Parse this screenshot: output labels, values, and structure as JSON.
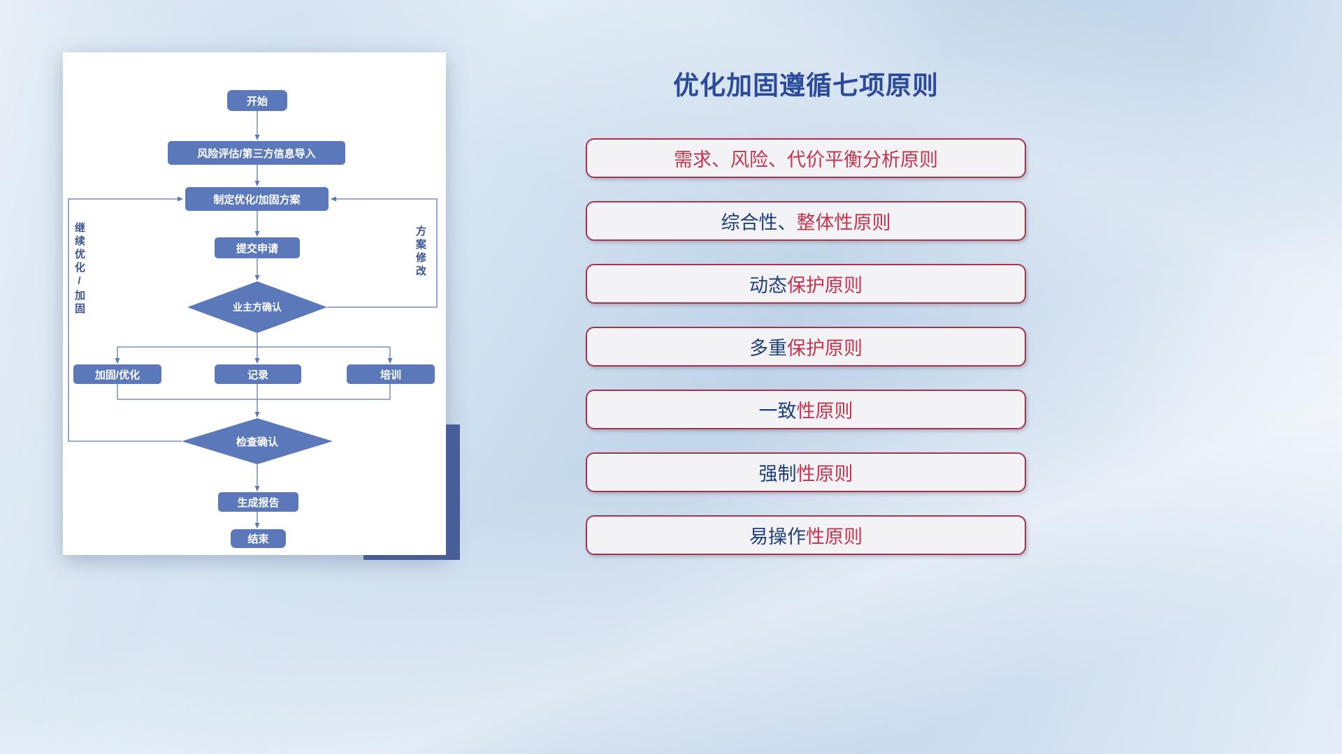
{
  "title": "优化加固遵循七项原则",
  "colors": {
    "title_navy": "#2b4a9b",
    "principle_navy": "#1f3f7c",
    "principle_red": "#c23450",
    "principle_border": "#a8334c",
    "flow_node_blue": "#5b79ba",
    "decor_navy": "#4a5f9b"
  },
  "flowchart": {
    "nodes": {
      "start": "开始",
      "risk": "风险评估/第三方信息导入",
      "plan": "制定优化/加固方案",
      "submit": "提交申请",
      "owner_confirm": "业主方确认",
      "harden": "加固/优化",
      "record": "记录",
      "training": "培训",
      "check_confirm": "检查确认",
      "report": "生成报告",
      "end": "结束"
    },
    "edge_labels": {
      "continue": "继续优化/加固",
      "revise": "方案修改"
    }
  },
  "principles": [
    {
      "blue": "",
      "red": "需求、风险、代价平衡分析原则"
    },
    {
      "blue": "综合性、",
      "red": "整体性原则"
    },
    {
      "blue": "动态",
      "red": "保护原则"
    },
    {
      "blue": "多重",
      "red": "保护原则"
    },
    {
      "blue": "一致",
      "red": "性原则"
    },
    {
      "blue": "强制",
      "red": "性原则"
    },
    {
      "blue": "易操作",
      "red": "性原则"
    }
  ]
}
